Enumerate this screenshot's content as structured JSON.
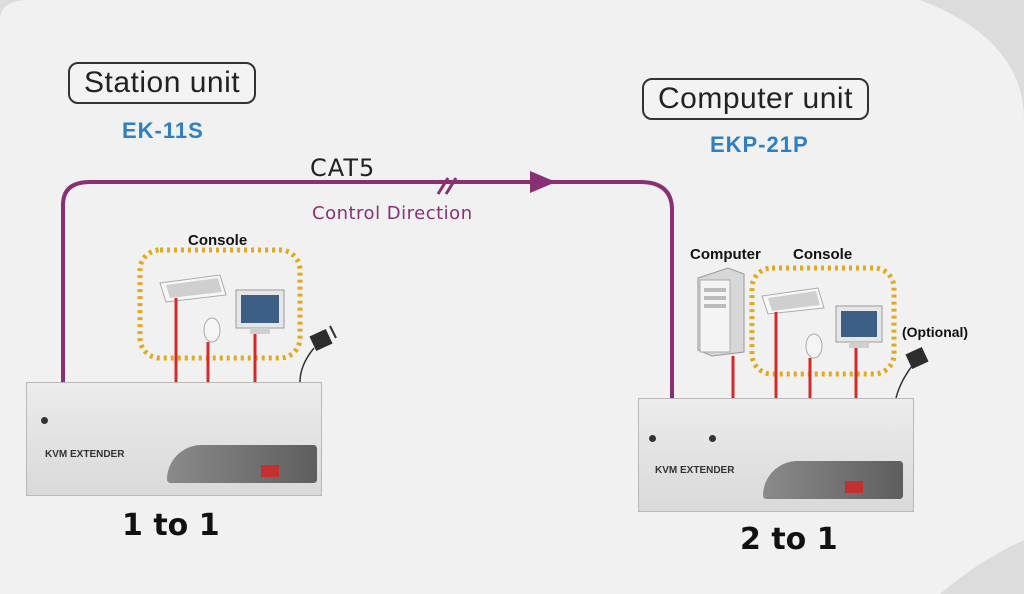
{
  "station": {
    "title": "Station unit",
    "model": "EK-11S",
    "ratio": "1 to 1",
    "console_label": "Console",
    "device_brand": "KVM EXTENDER"
  },
  "computer": {
    "title": "Computer unit",
    "model": "EKP-21P",
    "ratio": "2 to 1",
    "computer_label": "Computer",
    "console_label": "Console",
    "optional_label": "(Optional)",
    "device_brand": "KVM EXTENDER"
  },
  "link": {
    "cable": "CAT5",
    "direction": "Control Direction"
  },
  "colors": {
    "cable": "#8a2f73",
    "wire": "#d42a2a",
    "console_outline": "#e2a91f",
    "model_text": "#2f7fc4"
  }
}
